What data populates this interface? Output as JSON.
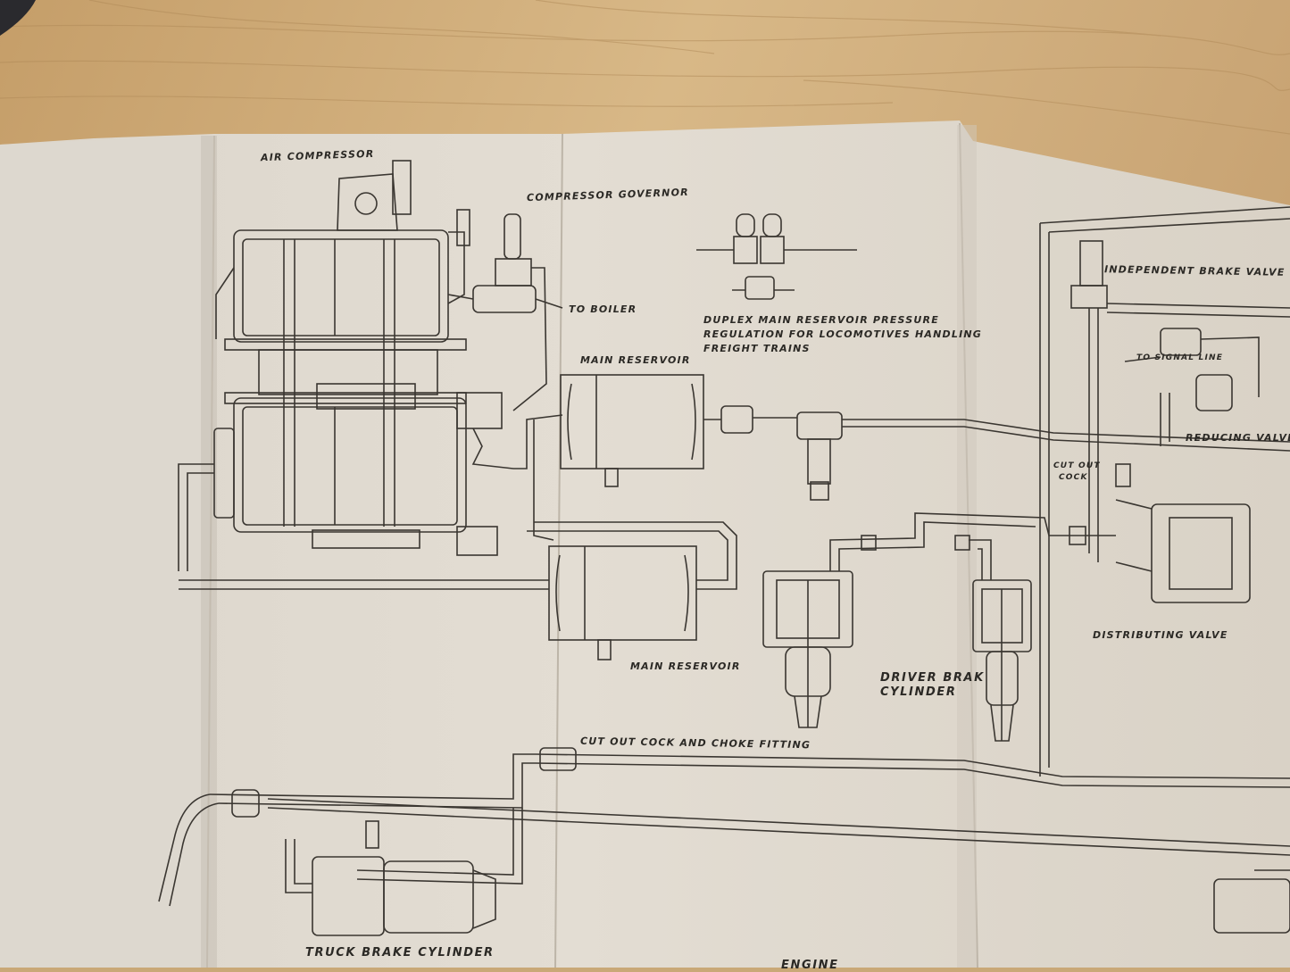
{
  "diagram": {
    "labels": {
      "air_compressor": "AIR COMPRESSOR",
      "compressor_governor": "COMPRESSOR GOVERNOR",
      "to_boiler": "TO BOILER",
      "duplex_line1": "DUPLEX MAIN RESERVOIR PRESSURE",
      "duplex_line2": "REGULATION FOR LOCOMOTIVES HANDLING",
      "duplex_line3": "FREIGHT TRAINS",
      "main_reservoir_top": "MAIN RESERVOIR",
      "main_reservoir_bottom": "MAIN RESERVOIR",
      "independent_brake_valve": "INDEPENDENT BRAKE VALVE",
      "to_signal_line": "TO SIGNAL LINE",
      "reducing_valve": "REDUCING VALVE",
      "cut_out_cock_line1": "CUT OUT",
      "cut_out_cock_line2": "COCK",
      "distributing_valve": "DISTRIBUTING VALVE",
      "driver_brake_line1": "DRIVER BRAK",
      "driver_brake_line2": "CYLINDER",
      "cut_out_choke": "CUT OUT COCK AND CHOKE FITTING",
      "truck_brake_cylinder": "TRUCK BRAKE CYLINDER",
      "engine_partial": "ENGINE"
    }
  }
}
